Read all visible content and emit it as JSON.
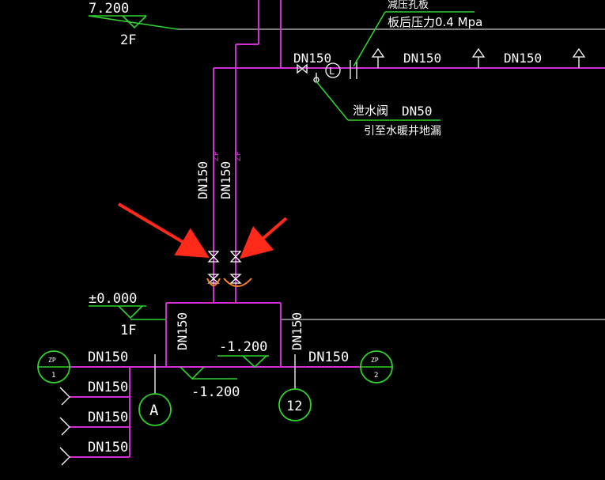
{
  "levels": {
    "top_elev": "7.200",
    "top_floor": "2F",
    "ground_elev": "±0.000",
    "ground_floor": "1F",
    "depth_left": "-1.200",
    "depth_right": "-1.200"
  },
  "top_branch": {
    "note_line1": "减压孔板",
    "note_line2": "板后压力0.4 Mpa",
    "size_1": "DN150",
    "size_2": "DN150",
    "size_3": "DN150",
    "gauge_symbol": "L"
  },
  "drain": {
    "label_valve": "泄水阀",
    "label_size": "DN50",
    "label_route": "引至水暖井地漏"
  },
  "risers": {
    "left_size": "DN150",
    "right_size": "DN150",
    "left_tag": "ZP",
    "right_tag": "ZP"
  },
  "bottom": {
    "header_size_left": "DN150",
    "header_size_right": "DN150",
    "vert_left_size": "DN150",
    "vert_right_size": "DN150",
    "branch_1": "DN150",
    "branch_2": "DN150",
    "branch_3": "DN150"
  },
  "markers": {
    "zp_left_top": "ZP",
    "zp_left_num": "1",
    "zp_right_top": "ZP",
    "zp_right_num": "2",
    "axis_a": "A",
    "axis_12": "12"
  },
  "colors": {
    "pipe": "#d22fd2",
    "leader": "#2fd22f",
    "text": "#ffffff",
    "arrow": "#ff2a1a",
    "flex_joint": "#ff7f27"
  }
}
